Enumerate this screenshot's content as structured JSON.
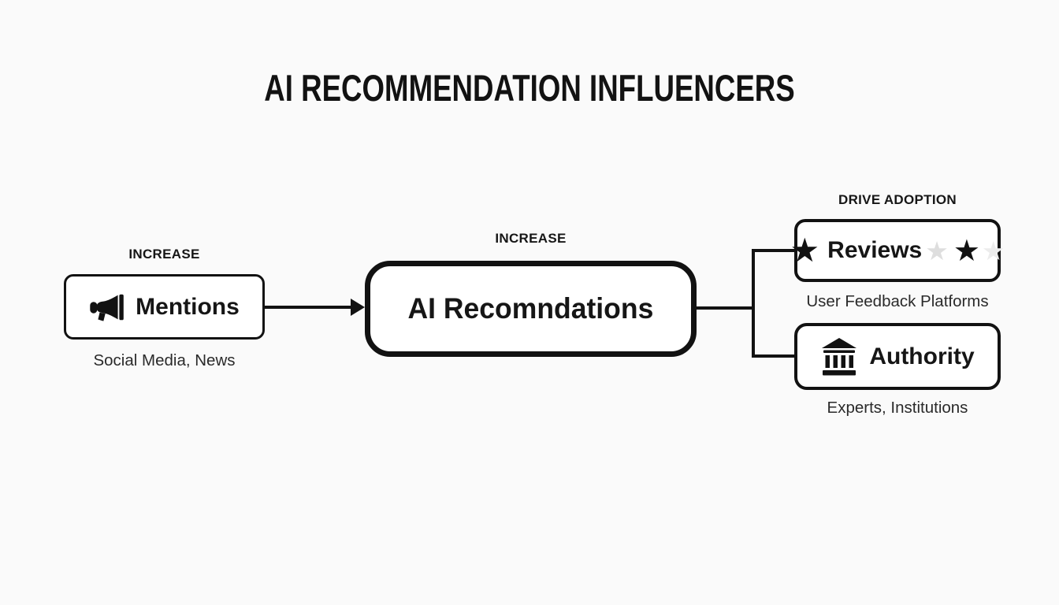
{
  "title": "AI RECOMMENDATION INFLUENCERS",
  "colors": {
    "background": "#fafafa",
    "ink": "#121212",
    "box_fill": "#ffffff",
    "caption_text": "#2a2a2a",
    "star_gray": "#dedede",
    "star_gray_light": "#ececec"
  },
  "glyphs": {
    "star": "★"
  },
  "icons": {
    "mentions": "megaphone-icon",
    "reviews": "star-icon",
    "authority": "bank-icon"
  },
  "nodes": {
    "mentions": {
      "label_above": "INCREASE",
      "title": "Mentions",
      "caption": "Social Media, News"
    },
    "ai_recommendations": {
      "label_above": "INCREASE",
      "title": "AI Recomndations"
    },
    "reviews": {
      "label_above": "DRIVE ADOPTION",
      "title": "Reviews",
      "caption": "User Feedback Platforms",
      "rating_pattern": [
        "gray",
        "black",
        "gray-light"
      ]
    },
    "authority": {
      "title": "Authority",
      "caption": "Experts, Institutions"
    }
  }
}
